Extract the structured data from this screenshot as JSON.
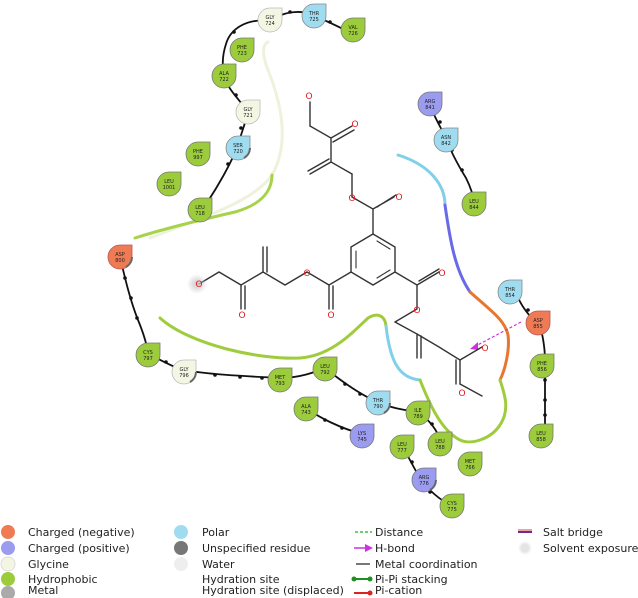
{
  "residues": [
    {
      "name": "GLY",
      "num": "724",
      "type": "glycine"
    },
    {
      "name": "THR",
      "num": "725",
      "type": "polar"
    },
    {
      "name": "VAL",
      "num": "726",
      "type": "hydrophobic"
    },
    {
      "name": "PHE",
      "num": "723",
      "type": "hydrophobic"
    },
    {
      "name": "ALA",
      "num": "722",
      "type": "hydrophobic"
    },
    {
      "name": "GLY",
      "num": "721",
      "type": "glycine"
    },
    {
      "name": "SER",
      "num": "720",
      "type": "polar"
    },
    {
      "name": "PHE",
      "num": "997",
      "type": "hydrophobic"
    },
    {
      "name": "LEU",
      "num": "1001",
      "type": "hydrophobic"
    },
    {
      "name": "LEU",
      "num": "718",
      "type": "hydrophobic"
    },
    {
      "name": "ARG",
      "num": "841",
      "type": "positive"
    },
    {
      "name": "ASN",
      "num": "842",
      "type": "polar"
    },
    {
      "name": "LEU",
      "num": "844",
      "type": "hydrophobic"
    },
    {
      "name": "ASP",
      "num": "800",
      "type": "negative"
    },
    {
      "name": "CYS",
      "num": "797",
      "type": "hydrophobic"
    },
    {
      "name": "GLY",
      "num": "796",
      "type": "glycine"
    },
    {
      "name": "MET",
      "num": "793",
      "type": "hydrophobic"
    },
    {
      "name": "LEU",
      "num": "792",
      "type": "hydrophobic"
    },
    {
      "name": "ALA",
      "num": "743",
      "type": "hydrophobic"
    },
    {
      "name": "LYS",
      "num": "745",
      "type": "positive"
    },
    {
      "name": "THR",
      "num": "790",
      "type": "polar"
    },
    {
      "name": "ILE",
      "num": "789",
      "type": "hydrophobic"
    },
    {
      "name": "LEU",
      "num": "788",
      "type": "hydrophobic"
    },
    {
      "name": "LEU",
      "num": "777",
      "type": "hydrophobic"
    },
    {
      "name": "MET",
      "num": "766",
      "type": "hydrophobic"
    },
    {
      "name": "ARG",
      "num": "776",
      "type": "positive"
    },
    {
      "name": "CYS",
      "num": "775",
      "type": "hydrophobic"
    },
    {
      "name": "THR",
      "num": "854",
      "type": "polar"
    },
    {
      "name": "ASP",
      "num": "855",
      "type": "negative"
    },
    {
      "name": "PHE",
      "num": "856",
      "type": "hydrophobic"
    },
    {
      "name": "LEU",
      "num": "858",
      "type": "hydrophobic"
    }
  ],
  "colors": {
    "negative": "#ef7b55",
    "positive": "#9b9bf0",
    "glycine": "#f4f6e4",
    "hydrophobic": "#9ccc3c",
    "polar": "#9fdcf0",
    "metal": "#aaaaaa",
    "unspecified": "#777777",
    "water": "#eeeeee"
  },
  "atoms": {
    "oxygen": "O"
  },
  "legend": {
    "col1": [
      {
        "label": "Charged (negative)",
        "icon": "negative-swatch"
      },
      {
        "label": "Charged (positive)",
        "icon": "positive-swatch"
      },
      {
        "label": "Glycine",
        "icon": "glycine-swatch"
      },
      {
        "label": "Hydrophobic",
        "icon": "hydrophobic-swatch"
      },
      {
        "label": "Metal",
        "icon": "metal-swatch"
      }
    ],
    "col2": [
      {
        "label": "Polar",
        "icon": "polar-swatch"
      },
      {
        "label": "Unspecified residue",
        "icon": "unspecified-swatch"
      },
      {
        "label": "Water",
        "icon": "water-swatch"
      },
      {
        "label": "Hydration site",
        "icon": "none"
      },
      {
        "label": "Hydration site (displaced)",
        "icon": "none"
      }
    ],
    "col3": [
      {
        "label": "Distance",
        "icon": "distance-line"
      },
      {
        "label": "H-bond",
        "icon": "hbond-arrow"
      },
      {
        "label": "Metal coordination",
        "icon": "metal-line"
      },
      {
        "label": "Pi-Pi stacking",
        "icon": "pi-pi-line"
      },
      {
        "label": "Pi-cation",
        "icon": "pi-cation-line"
      }
    ],
    "col4": [
      {
        "label": "Salt bridge",
        "icon": "salt-bridge-line"
      },
      {
        "label": "Solvent exposure",
        "icon": "solvent-exposure-dot"
      }
    ]
  }
}
